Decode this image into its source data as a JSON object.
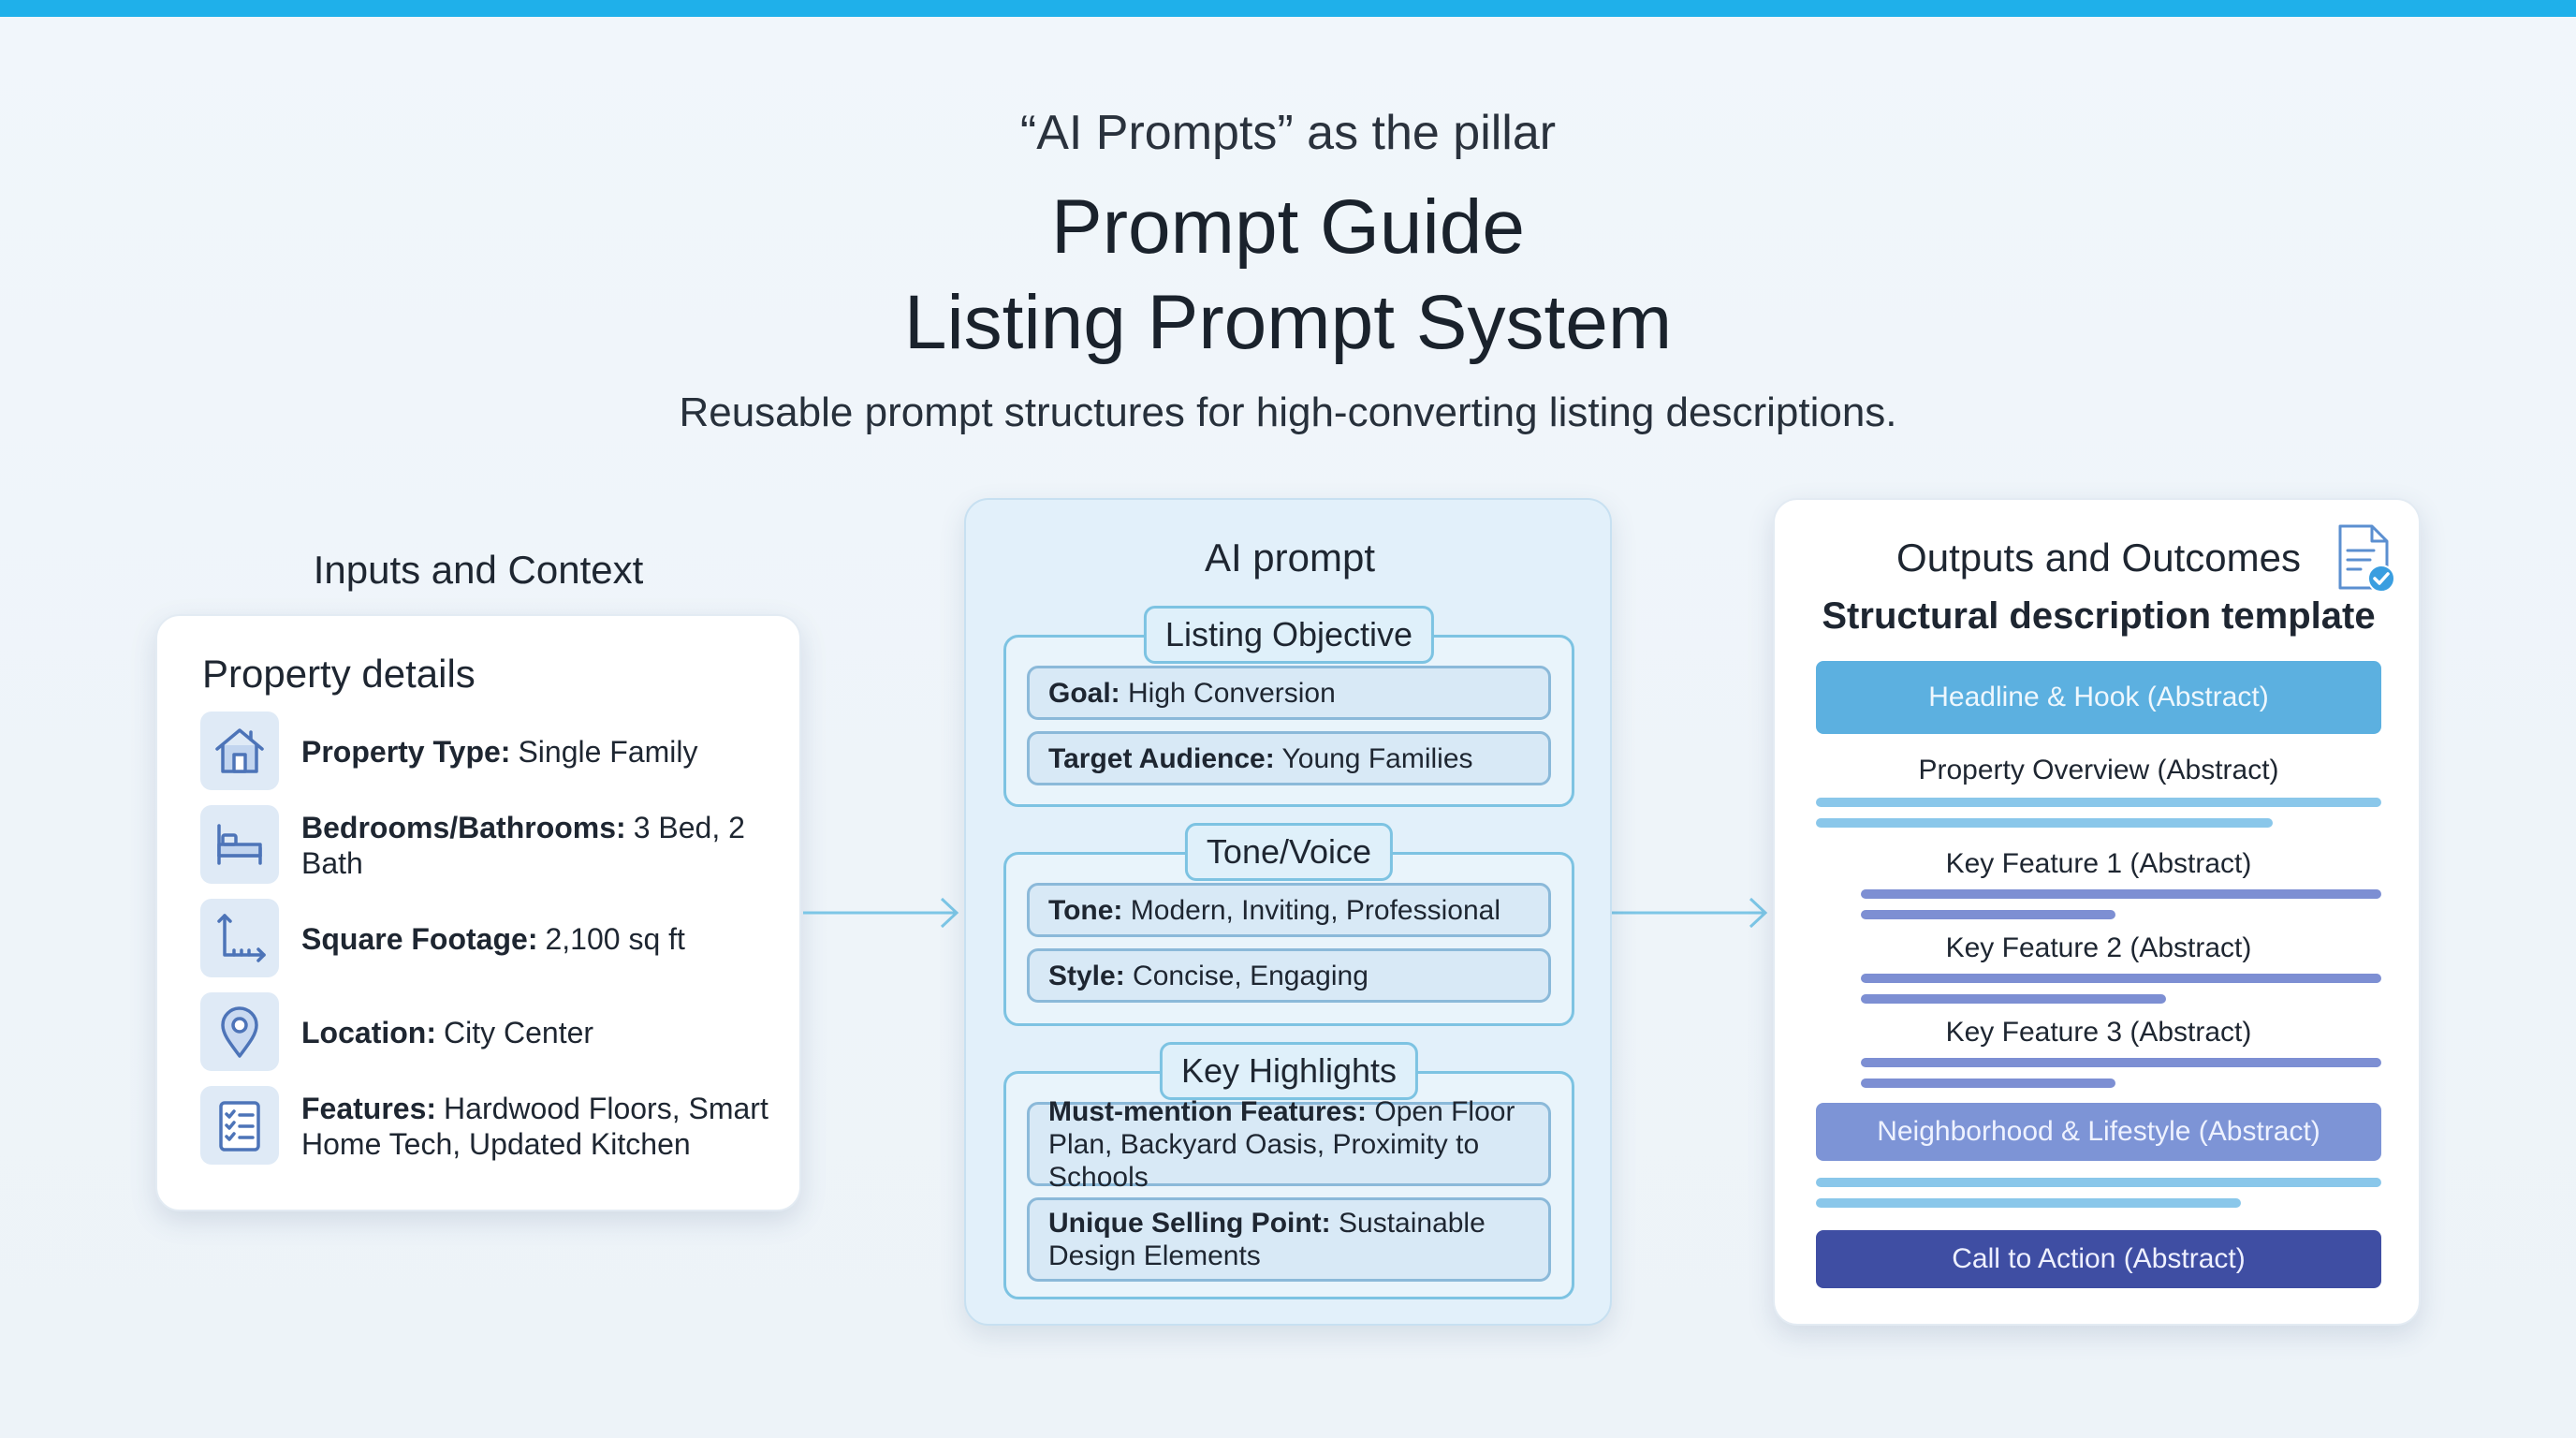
{
  "header": {
    "eyebrow": "“AI Prompts” as the pillar",
    "title_line1": "Prompt Guide",
    "title_line2": "Listing Prompt System",
    "subtitle": "Reusable prompt structures for high-converting listing descriptions."
  },
  "inputs": {
    "column_title": "Inputs and Context",
    "card_title": "Property details",
    "items": [
      {
        "icon": "house-icon",
        "label": "Property Type:",
        "value": "Single Family"
      },
      {
        "icon": "bed-icon",
        "label": "Bedrooms/Bathrooms:",
        "value": "3 Bed, 2 Bath"
      },
      {
        "icon": "axis-measure-icon",
        "label": "Square Footage:",
        "value": "2,100 sq ft"
      },
      {
        "icon": "location-pin-icon",
        "label": "Location:",
        "value": "City Center"
      },
      {
        "icon": "checklist-icon",
        "label": "Features:",
        "value": "Hardwood Floors, Smart Home Tech, Updated Kitchen"
      }
    ]
  },
  "prompt": {
    "title": "AI prompt",
    "groups": [
      {
        "label": "Listing Objective",
        "fields": [
          {
            "label": "Goal:",
            "value": "High Conversion"
          },
          {
            "label": "Target Audience:",
            "value": "Young Families"
          }
        ]
      },
      {
        "label": "Tone/Voice",
        "fields": [
          {
            "label": "Tone:",
            "value": "Modern, Inviting, Professional"
          },
          {
            "label": "Style:",
            "value": "Concise, Engaging"
          }
        ]
      },
      {
        "label": "Key Highlights",
        "fields": [
          {
            "label": "Must-mention Features:",
            "value": "Open Floor Plan, Backyard Oasis, Proximity to Schools"
          },
          {
            "label": "Unique Selling Point:",
            "value": "Sustainable Design Elements"
          }
        ]
      }
    ]
  },
  "outputs": {
    "title": "Outputs and Outcomes",
    "subtitle": "Structural description template",
    "icon": "document-check-icon",
    "headline": "Headline & Hook (Abstract)",
    "overview": "Property Overview (Abstract)",
    "feature1": "Key Feature 1 (Abstract)",
    "feature2": "Key Feature 2 (Abstract)",
    "feature3": "Key Feature 3 (Abstract)",
    "neighborhood": "Neighborhood & Lifestyle (Abstract)",
    "cta": "Call to Action (Abstract)"
  },
  "colors": {
    "accent_top": "#1fb0ea",
    "headline_block": "#5cb0e0",
    "neighborhood_block": "#7d94d6",
    "cta_block": "#3f4ea3",
    "connector": "#7cc6e6"
  }
}
